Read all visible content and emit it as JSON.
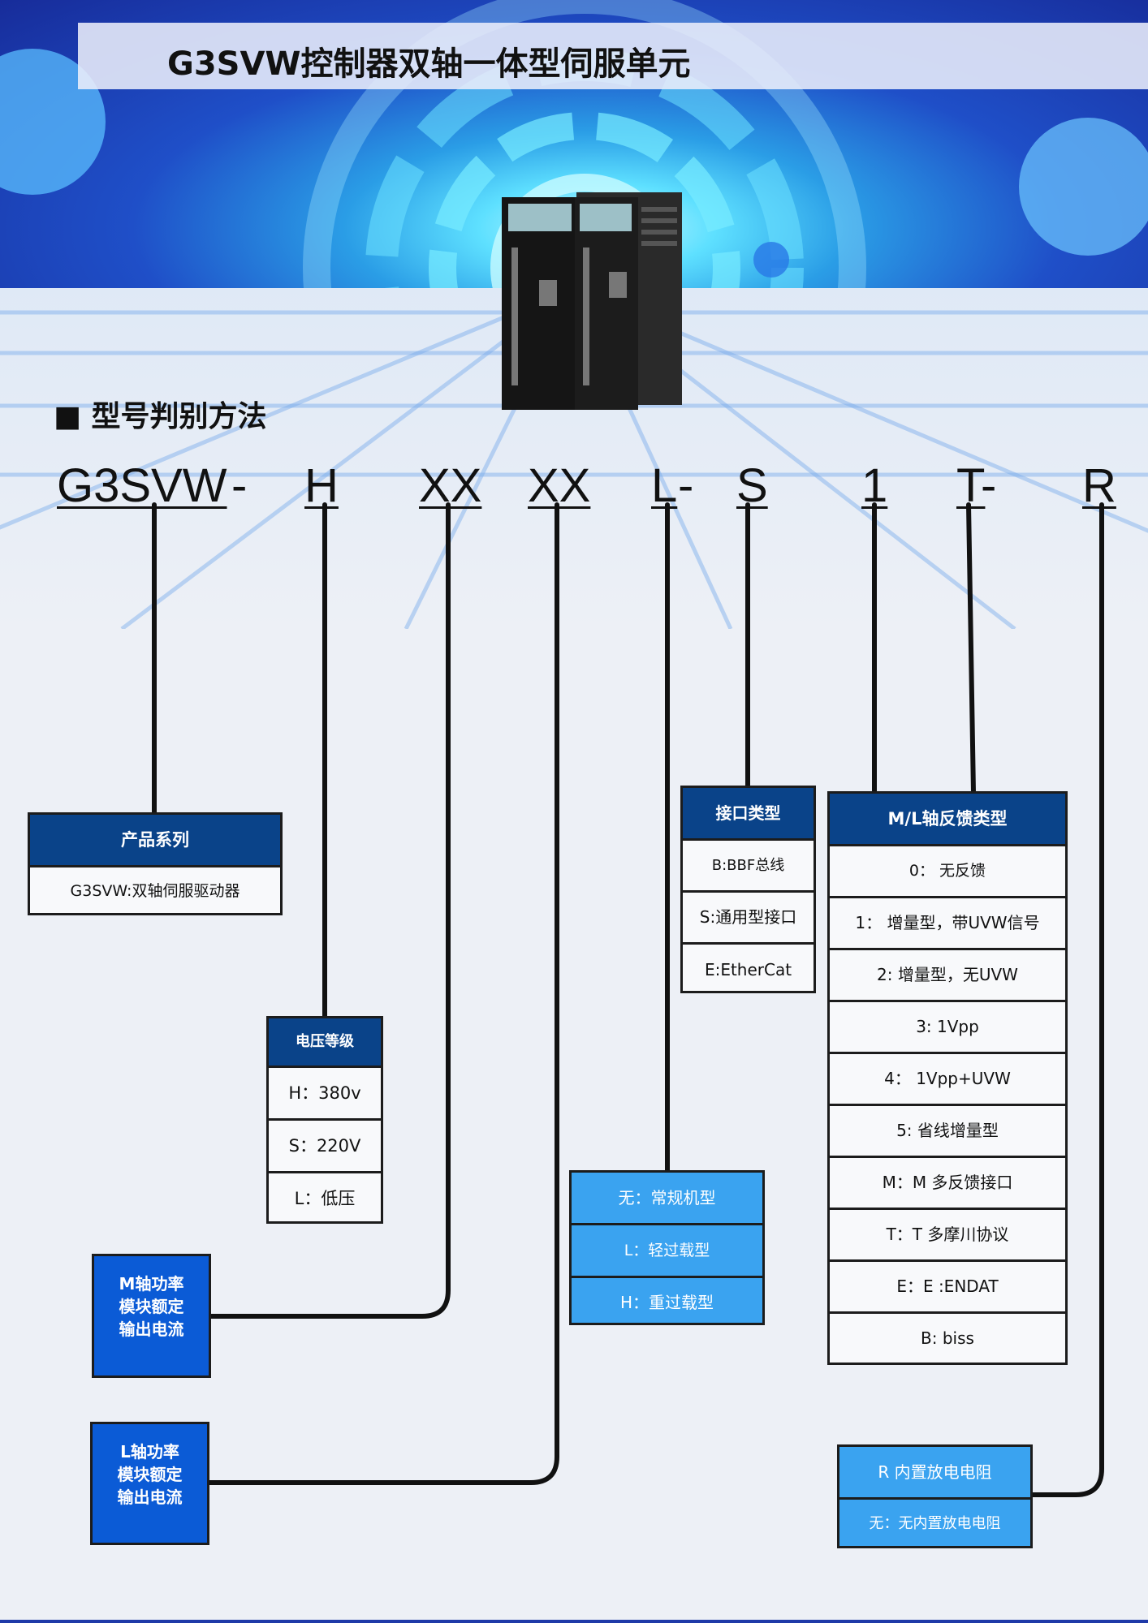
{
  "header": {
    "title": "G3SVW控制器双轴一体型伺服单元"
  },
  "section_title": "■ 型号判别方法",
  "model_code": {
    "series": "G3SVW",
    "sep1": "-",
    "voltage": "H",
    "m_current": "XX",
    "l_current": "XX",
    "overload": "L",
    "sep2": "-",
    "interface": "S",
    "feedback_m": "1",
    "feedback_l": "T",
    "sep3": "-",
    "resistor": "R"
  },
  "product_series": {
    "header": "产品系列",
    "rows": [
      "G3SVW:双轴伺服驱动器"
    ]
  },
  "voltage_level": {
    "header": "电压等级",
    "rows": [
      "H：380v",
      "S：220V",
      "L：低压"
    ]
  },
  "m_axis_current": {
    "label": "M轴功率\n模块额定\n输出电流"
  },
  "l_axis_current": {
    "label": "L轴功率\n模块额定\n输出电流"
  },
  "overload_type": {
    "rows": [
      "无：常规机型",
      "L：轻过载型",
      "H：重过载型"
    ]
  },
  "interface_type": {
    "header": "接口类型",
    "rows": [
      "B:BBF总线",
      "S:通用型接口",
      "E:EtherCat"
    ]
  },
  "feedback_type": {
    "header": "M/L轴反馈类型",
    "rows": [
      "0： 无反馈",
      "1： 增量型，带UVW信号",
      "2: 增量型，无UVW",
      "3: 1Vpp",
      "4： 1Vpp+UVW",
      "5: 省线增量型",
      "M：M 多反馈接口",
      "T：T 多摩川协议",
      "E：E :ENDAT",
      "B: biss"
    ]
  },
  "resistor_type": {
    "rows": [
      "R 内置放电电阻",
      "无：无内置放电电阻"
    ]
  },
  "colors": {
    "header_blue": "#0a4389",
    "light_blue": "#3aa3f0",
    "solo_blue": "#0b5bd6"
  }
}
